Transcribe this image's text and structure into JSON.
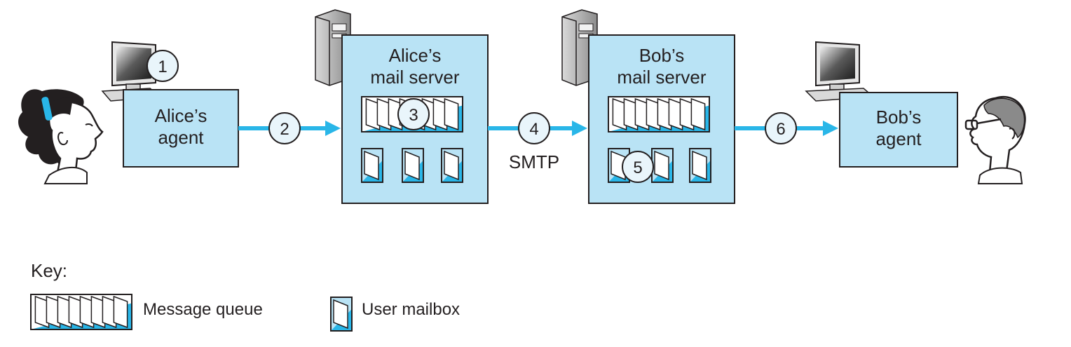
{
  "alice_agent": {
    "line1": "Alice’s",
    "line2": "agent"
  },
  "alice_server": {
    "line1": "Alice’s",
    "line2": "mail server"
  },
  "bob_server": {
    "line1": "Bob’s",
    "line2": "mail server"
  },
  "bob_agent": {
    "line1": "Bob’s",
    "line2": "agent"
  },
  "steps": [
    "1",
    "2",
    "3",
    "4",
    "5",
    "6"
  ],
  "protocol_label": "SMTP",
  "key": {
    "title": "Key:",
    "message_queue": "Message queue",
    "user_mailbox": "User mailbox"
  },
  "colors": {
    "box_fill": "#b9e3f5",
    "accent": "#29b6e8",
    "outline": "#231f20"
  }
}
